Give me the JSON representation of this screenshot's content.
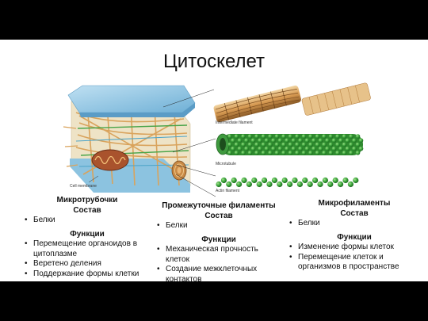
{
  "title": "Цитоскелет",
  "illustration": {
    "labels": {
      "cell_membrane": "Cell membrane",
      "intermediate_filament": "Intermediate filament",
      "microtubule": "Microtubule",
      "actin_filament": "Actin filament"
    }
  },
  "columns": [
    {
      "heading_line1": "Микротрубочки",
      "heading_line2": "Состав",
      "composition": [
        "Белки"
      ],
      "functions_title": "Функции",
      "functions": [
        "Перемещение органоидов в цитоплазме",
        "Веретено деления",
        "Поддержание формы клетки"
      ]
    },
    {
      "heading_line1": "Промежуточные филаменты",
      "heading_line2": "Состав",
      "composition": [
        "Белки"
      ],
      "functions_title": "Функции",
      "functions": [
        "Механическая прочность клеток",
        "Создание межклеточных контактов"
      ]
    },
    {
      "heading_line1": "Микрофиламенты",
      "heading_line2": "Состав",
      "composition": [
        "Белки"
      ],
      "functions_title": "Функции",
      "functions": [
        "Изменение формы клеток",
        "Перемещение клеток и организмов в пространстве"
      ]
    }
  ]
}
